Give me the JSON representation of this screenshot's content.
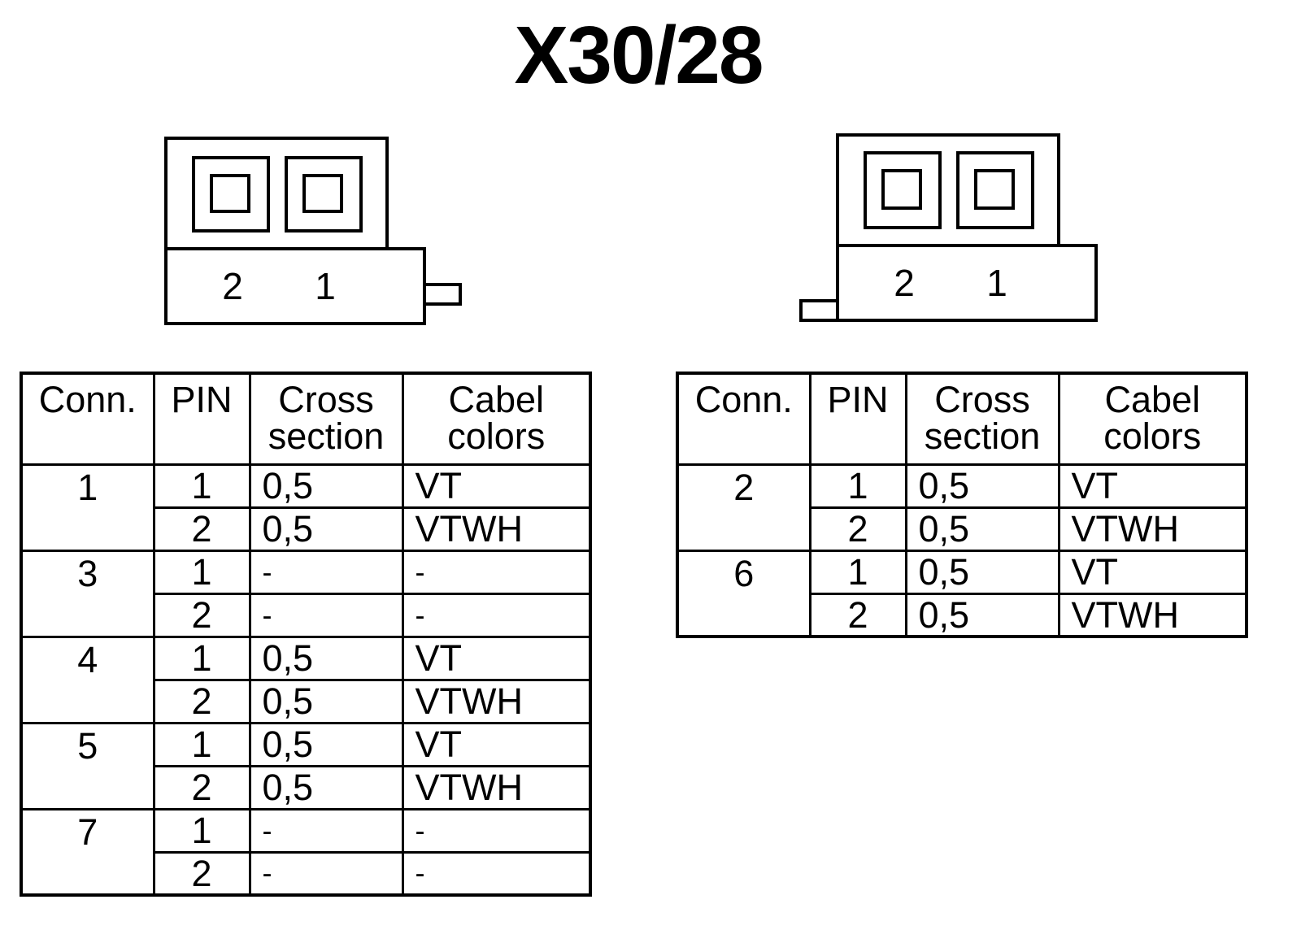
{
  "title": "X30/28",
  "connectors": [
    {
      "pins": [
        "2",
        "1"
      ],
      "latch_side": "right"
    },
    {
      "pins": [
        "2",
        "1"
      ],
      "latch_side": "left"
    }
  ],
  "tables": [
    {
      "headers": {
        "conn": "Conn.",
        "pin": "PIN",
        "cross_line1": "Cross",
        "cross_line2": "section",
        "color_line1": "Cabel",
        "color_line2": "colors"
      },
      "groups": [
        {
          "conn": "1",
          "rows": [
            {
              "pin": "1",
              "cross": "0,5",
              "color": "VT"
            },
            {
              "pin": "2",
              "cross": "0,5",
              "color": "VTWH"
            }
          ]
        },
        {
          "conn": "3",
          "rows": [
            {
              "pin": "1",
              "cross": "-",
              "color": "-"
            },
            {
              "pin": "2",
              "cross": "-",
              "color": "-"
            }
          ]
        },
        {
          "conn": "4",
          "rows": [
            {
              "pin": "1",
              "cross": "0,5",
              "color": "VT"
            },
            {
              "pin": "2",
              "cross": "0,5",
              "color": "VTWH"
            }
          ]
        },
        {
          "conn": "5",
          "rows": [
            {
              "pin": "1",
              "cross": "0,5",
              "color": "VT"
            },
            {
              "pin": "2",
              "cross": "0,5",
              "color": "VTWH"
            }
          ]
        },
        {
          "conn": "7",
          "rows": [
            {
              "pin": "1",
              "cross": "-",
              "color": "-"
            },
            {
              "pin": "2",
              "cross": "-",
              "color": "-"
            }
          ]
        }
      ]
    },
    {
      "headers": {
        "conn": "Conn.",
        "pin": "PIN",
        "cross_line1": "Cross",
        "cross_line2": "section",
        "color_line1": "Cabel",
        "color_line2": "colors"
      },
      "groups": [
        {
          "conn": "2",
          "rows": [
            {
              "pin": "1",
              "cross": "0,5",
              "color": "VT"
            },
            {
              "pin": "2",
              "cross": "0,5",
              "color": "VTWH"
            }
          ]
        },
        {
          "conn": "6",
          "rows": [
            {
              "pin": "1",
              "cross": "0,5",
              "color": "VT"
            },
            {
              "pin": "2",
              "cross": "0,5",
              "color": "VTWH"
            }
          ]
        }
      ]
    }
  ]
}
